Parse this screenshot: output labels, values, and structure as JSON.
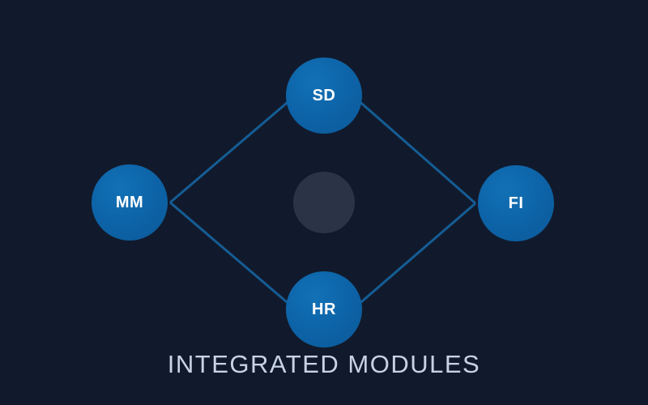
{
  "title": "INTEGRATED MODULES",
  "colors": {
    "background": "#111a2c",
    "node_fill": "#0d62a6",
    "node_fill_highlight": "#1271b6",
    "node_fill_shadow": "#0a5a98",
    "connector_line": "#155d95",
    "center_circle": "#2b3447",
    "node_label": "#ffffff",
    "title_text": "#c8d2e6"
  },
  "diagram": {
    "nodes": [
      {
        "id": "sd",
        "label": "SD",
        "position": "top"
      },
      {
        "id": "mm",
        "label": "MM",
        "position": "left"
      },
      {
        "id": "fi",
        "label": "FI",
        "position": "right"
      },
      {
        "id": "hr",
        "label": "HR",
        "position": "bottom"
      }
    ],
    "edges": [
      {
        "from": "MM",
        "to": "SD"
      },
      {
        "from": "SD",
        "to": "FI"
      },
      {
        "from": "MM",
        "to": "HR"
      },
      {
        "from": "HR",
        "to": "FI"
      }
    ],
    "center_circle": {
      "label": ""
    }
  }
}
